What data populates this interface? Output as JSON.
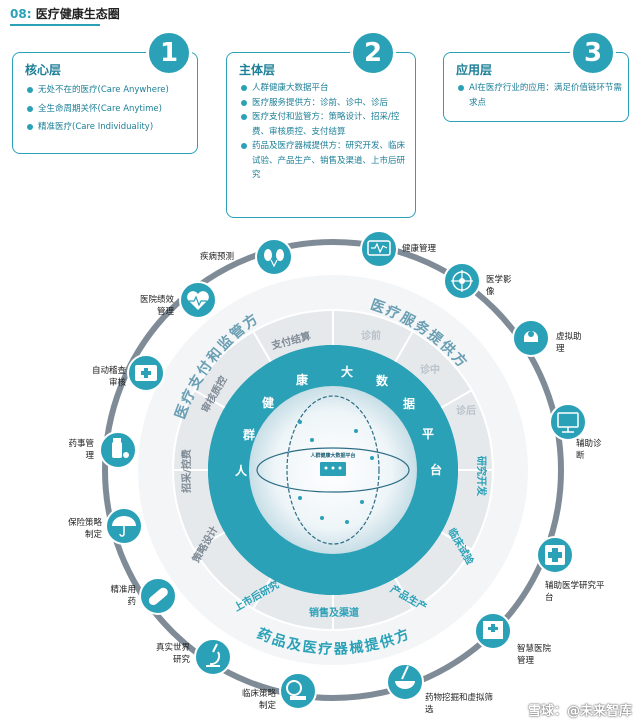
{
  "header": {
    "number": "08:",
    "title": "医疗健康生态圈"
  },
  "layers": [
    {
      "number": "1",
      "title": "核心层",
      "items": [
        "无处不在的医疗(Care Anywhere)",
        "全生命周期关怀(Care Anytime)",
        "精准医疗(Care Individuality)"
      ]
    },
    {
      "number": "2",
      "title": "主体层",
      "items": [
        "人群健康大数据平台",
        "医疗服务提供方：诊前、诊中、诊后",
        "医疗支付和监管方：策略设计、招采/控费、审核质控、支付结算",
        "药品及医疗器械提供方：研究开发、临床试验、产品生产、销售及渠道、上市后研究"
      ]
    },
    {
      "number": "3",
      "title": "应用层",
      "items": [
        "AI在医疗行业的应用：满足价值链环节需求点"
      ]
    }
  ],
  "diagram": {
    "center_title": "人群健康大数据平台",
    "center_chars": [
      "人",
      "群",
      "健",
      "康",
      "大",
      "数",
      "据",
      "平",
      "台"
    ],
    "arcs": {
      "top_right": "医疗服务提供方",
      "top_left": "医疗支付和监管方",
      "bottom": "药品及医疗器械提供方"
    },
    "segments": [
      "诊前",
      "诊中",
      "诊后",
      "研究开发",
      "临床试验",
      "产品生产",
      "销售及渠道",
      "上市后研究",
      "策略设计",
      "招采/控费",
      "审核质控",
      "支付结算"
    ],
    "apps": [
      {
        "label": "健康管理",
        "icon": "health-monitor-icon"
      },
      {
        "label": "医学影像",
        "icon": "medical-imaging-icon"
      },
      {
        "label": "虚拟助理",
        "icon": "virtual-assistant-icon"
      },
      {
        "label": "辅助诊断",
        "icon": "diagnosis-screen-icon"
      },
      {
        "label": "辅助医学研究平台",
        "icon": "research-cross-icon"
      },
      {
        "label": "智慧医院管理",
        "icon": "hospital-building-icon"
      },
      {
        "label": "药物挖掘和虚拟筛选",
        "icon": "mortar-pestle-icon"
      },
      {
        "label": "临床策略制定",
        "icon": "ct-scanner-icon"
      },
      {
        "label": "真实世界研究",
        "icon": "microscope-icon"
      },
      {
        "label": "精准用药",
        "icon": "capsule-icon"
      },
      {
        "label": "保险策略制定",
        "icon": "umbrella-icon"
      },
      {
        "label": "药事管理",
        "icon": "medicine-bottle-icon"
      },
      {
        "label": "自动稽查审核",
        "icon": "medical-kit-icon"
      },
      {
        "label": "医院绩效管理",
        "icon": "heartbeat-icon"
      },
      {
        "label": "疾病预测",
        "icon": "kidney-icon"
      }
    ]
  },
  "watermark": "雪球：@未来智库",
  "colors": {
    "teal": "#2aa1b7",
    "dark_teal": "#1c7f97",
    "light_gray": "#e6e9ec",
    "ring_gray": "#9aa3ad"
  }
}
